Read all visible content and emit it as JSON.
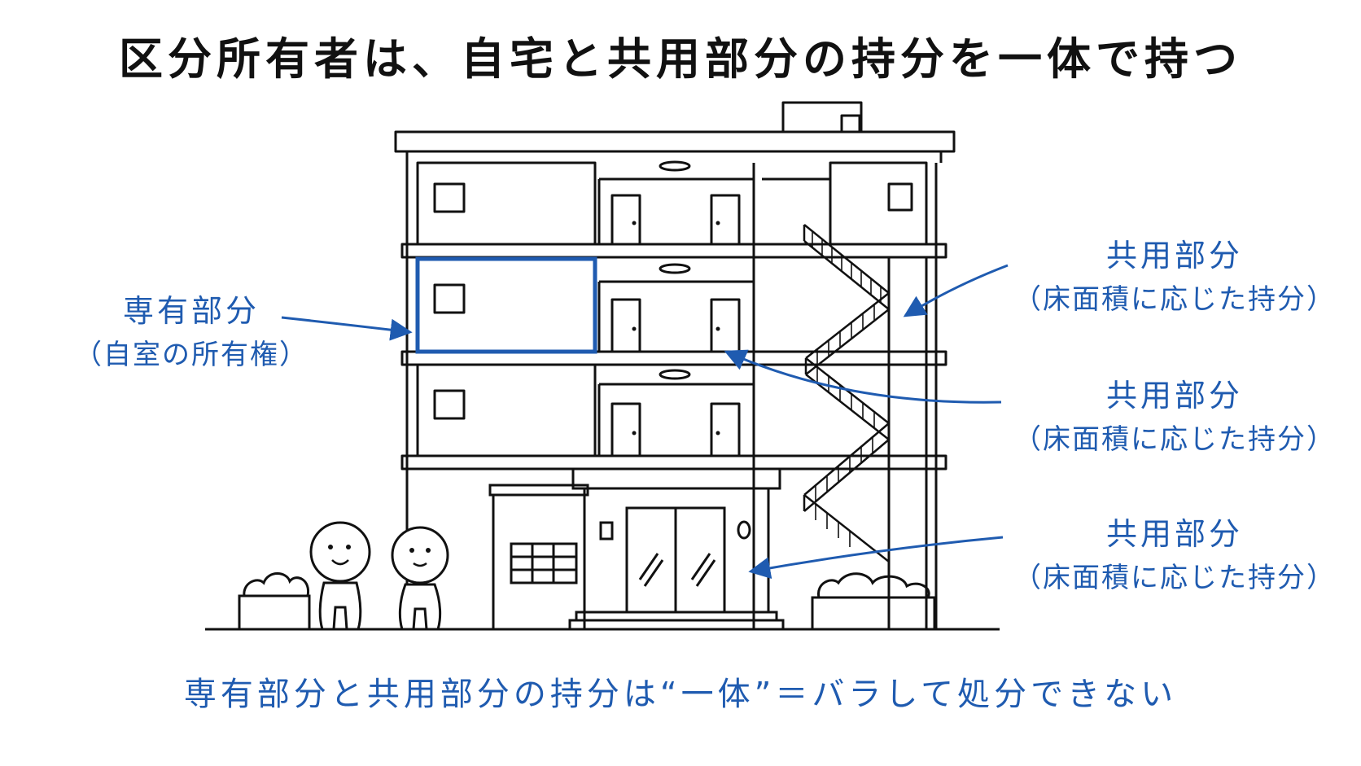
{
  "title": "区分所有者は、自宅と共用部分の持分を一体で持つ",
  "left_label": {
    "main": "専有部分",
    "sub": "（自室の所有権）"
  },
  "right_labels": [
    {
      "main": "共用部分",
      "sub": "（床面積に応じた持分）"
    },
    {
      "main": "共用部分",
      "sub": "（床面積に応じた持分）"
    },
    {
      "main": "共用部分",
      "sub": "（床面積に応じた持分）"
    }
  ],
  "footer": "専有部分と共用部分の持分は“一体”＝バラして処分できない",
  "colors": {
    "accent": "#1f5bb0",
    "line": "#111111",
    "background": "#ffffff"
  }
}
